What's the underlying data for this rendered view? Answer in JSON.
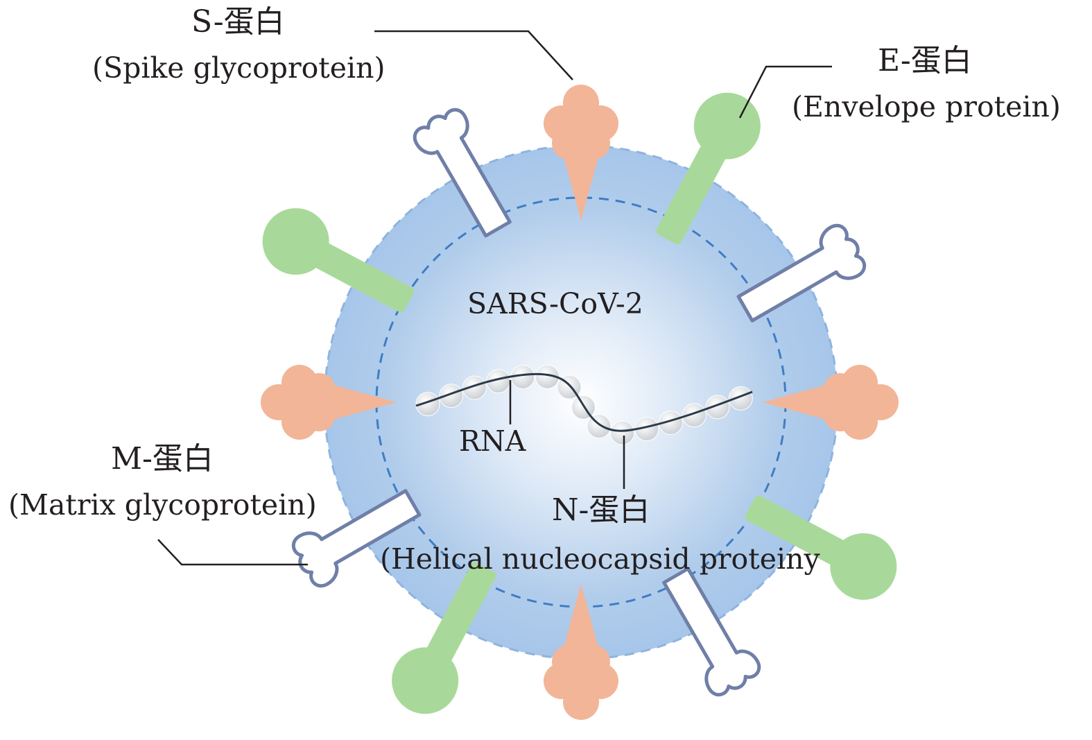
{
  "virus_name": "SARS-CoV-2",
  "labels": {
    "s_protein": {
      "name": "S-蛋白",
      "full": "(Spike glycoprotein)"
    },
    "e_protein": {
      "name": "E-蛋白",
      "full": "(Envelope protein)"
    },
    "m_protein": {
      "name": "M-蛋白",
      "full": "(Matrix glycoprotein)"
    },
    "n_protein": {
      "name": "N-蛋白",
      "full": "(Helical nucleocapsid proteiny"
    },
    "rna": "RNA"
  },
  "colors": {
    "envelope": "#a6c6ea",
    "envelope_center": "#ffffff",
    "dashed_ring": "#3f7cc4",
    "spike": "#f2b597",
    "spike_dark": "#ec8a5e",
    "envelope_protein": "#a8d99a",
    "envelope_protein_stroke": "#7cc06a",
    "matrix_fill": "#ffffff",
    "matrix_stroke": "#6f7fa8",
    "leader_line": "#231f20"
  }
}
